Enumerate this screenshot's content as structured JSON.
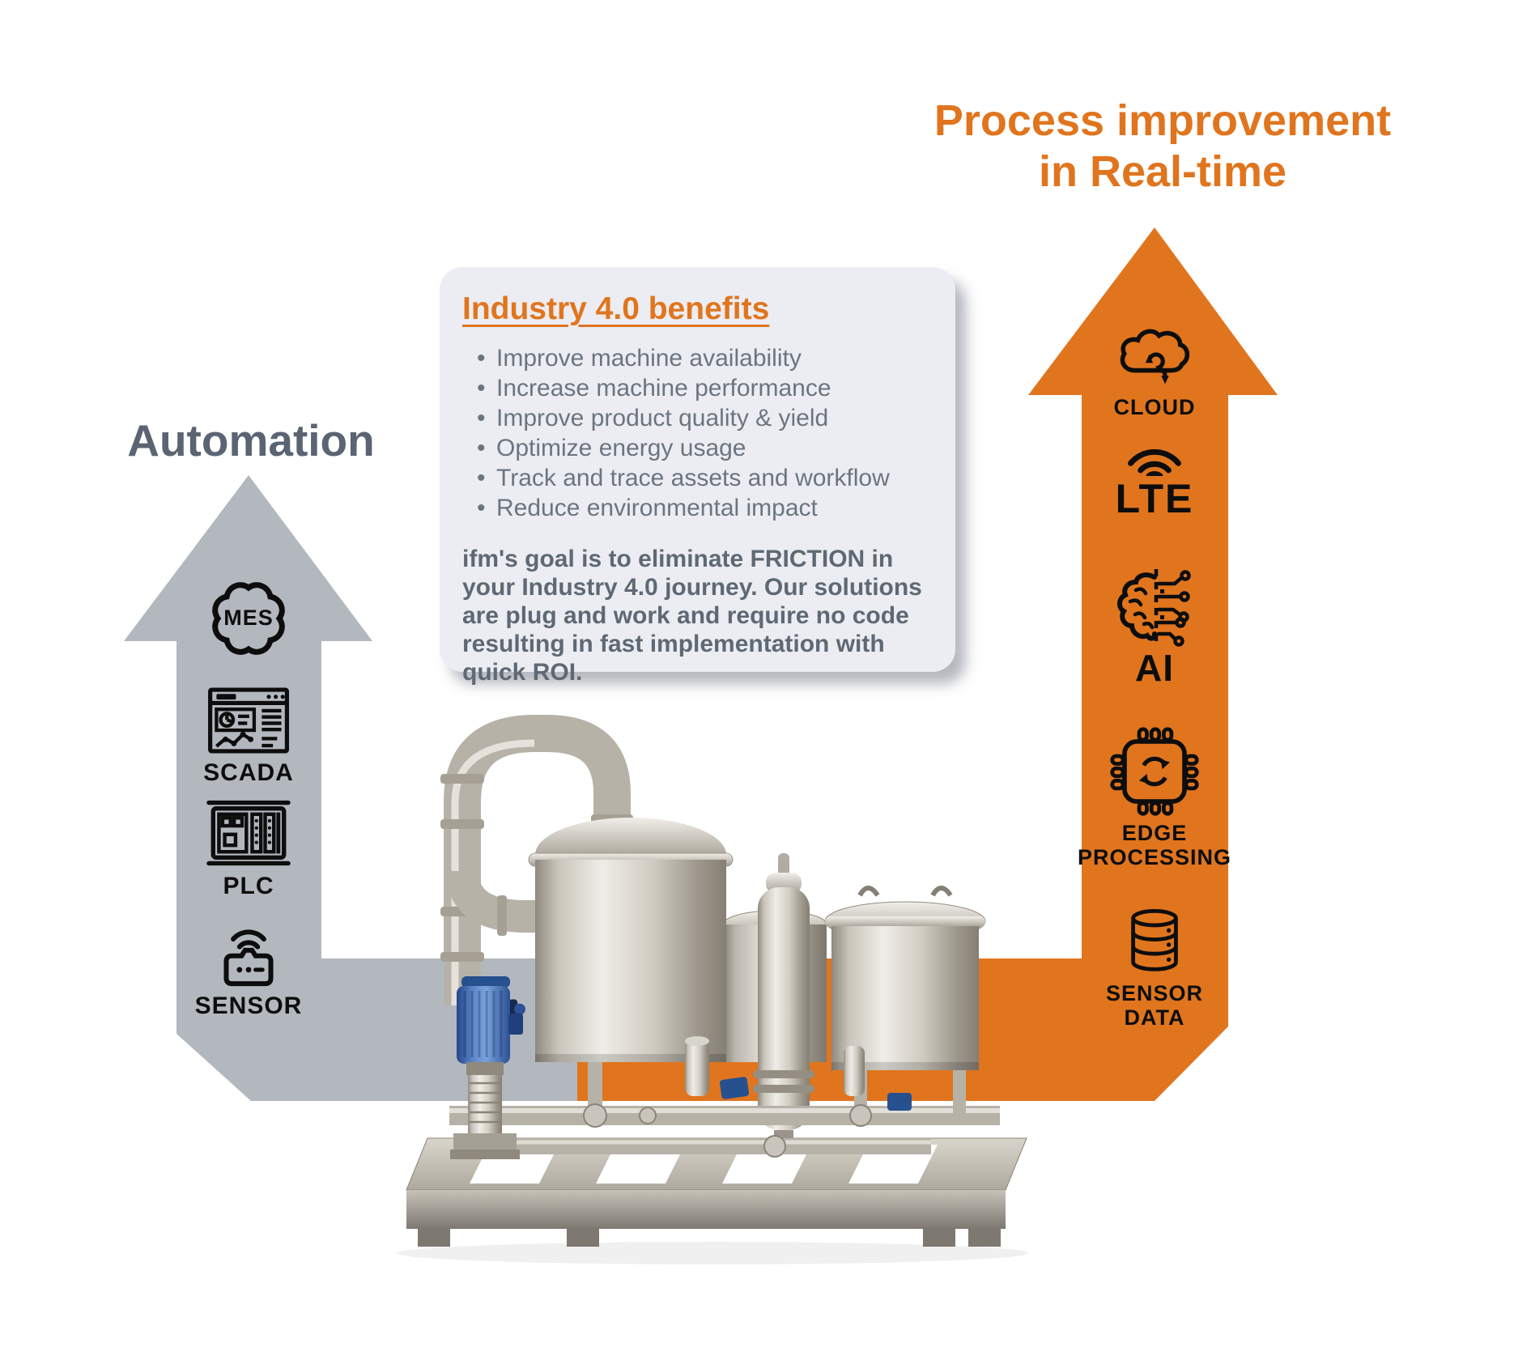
{
  "colors": {
    "accent_orange": "#E0751E",
    "arrow_gray": "#B3B8BF",
    "title_gray": "#5A6472",
    "body_text_gray": "#6B7580",
    "box_background": "#ECEDF2",
    "icon_black": "#0d0d0d"
  },
  "header": {
    "automation_title": "Automation",
    "process_title_line1": "Process improvement",
    "process_title_line2": "in Real-time"
  },
  "benefits_box": {
    "heading": "Industry 4.0 benefits",
    "bullets": [
      "Improve machine availability",
      "Increase machine performance",
      "Improve product quality & yield",
      "Optimize energy usage",
      "Track and trace assets and workflow",
      "Reduce environmental impact"
    ],
    "paragraph": "ifm's goal is to eliminate FRICTION in your Industry 4.0 journey. Our solutions are plug and work and require no code resulting in fast implementation with quick ROI."
  },
  "automation_stack": {
    "items": [
      {
        "id": "mes",
        "label": "MES",
        "icon": "gear-icon"
      },
      {
        "id": "scada",
        "label": "SCADA",
        "icon": "dashboard-icon"
      },
      {
        "id": "plc",
        "label": "PLC",
        "icon": "controller-rack-icon"
      },
      {
        "id": "sensor",
        "label": "SENSOR",
        "icon": "wireless-sensor-icon"
      }
    ]
  },
  "realtime_stack": {
    "items": [
      {
        "id": "cloud",
        "label": "CLOUD",
        "icon": "cloud-sync-icon"
      },
      {
        "id": "lte",
        "label": "LTE",
        "icon": "wifi-signal-icon"
      },
      {
        "id": "ai",
        "label": "AI",
        "icon": "brain-circuit-icon"
      },
      {
        "id": "edge",
        "label": "EDGE PROCESSING",
        "icon": "chip-cycle-icon"
      },
      {
        "id": "sensor_data",
        "label": "SENSOR DATA",
        "icon": "database-icon"
      }
    ]
  }
}
